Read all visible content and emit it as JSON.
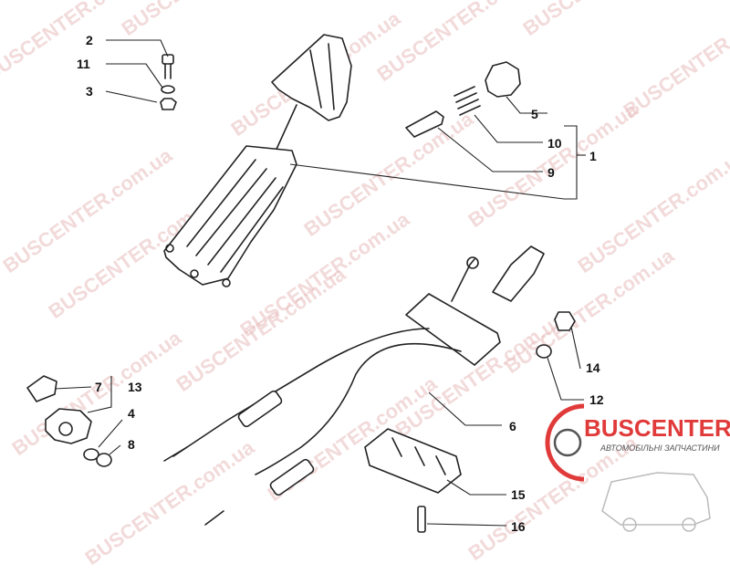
{
  "callouts": {
    "c1": "1",
    "c2": "2",
    "c3": "3",
    "c4": "4",
    "c5": "5",
    "c6": "6",
    "c7": "7",
    "c8": "8",
    "c9": "9",
    "c10": "10",
    "c11": "11",
    "c12": "12",
    "c13": "13",
    "c14": "14",
    "c15": "15",
    "c16": "16"
  },
  "logo": {
    "brand": "BUSCENTER",
    "tagline": "АВТОМОБІЛЬНІ ЗАПЧАСТИНИ",
    "brand_color": "#e03a3a",
    "text_color": "#555555"
  },
  "watermark": {
    "text": "BUSCENTER.com.ua",
    "color": "#e8bcbc"
  }
}
